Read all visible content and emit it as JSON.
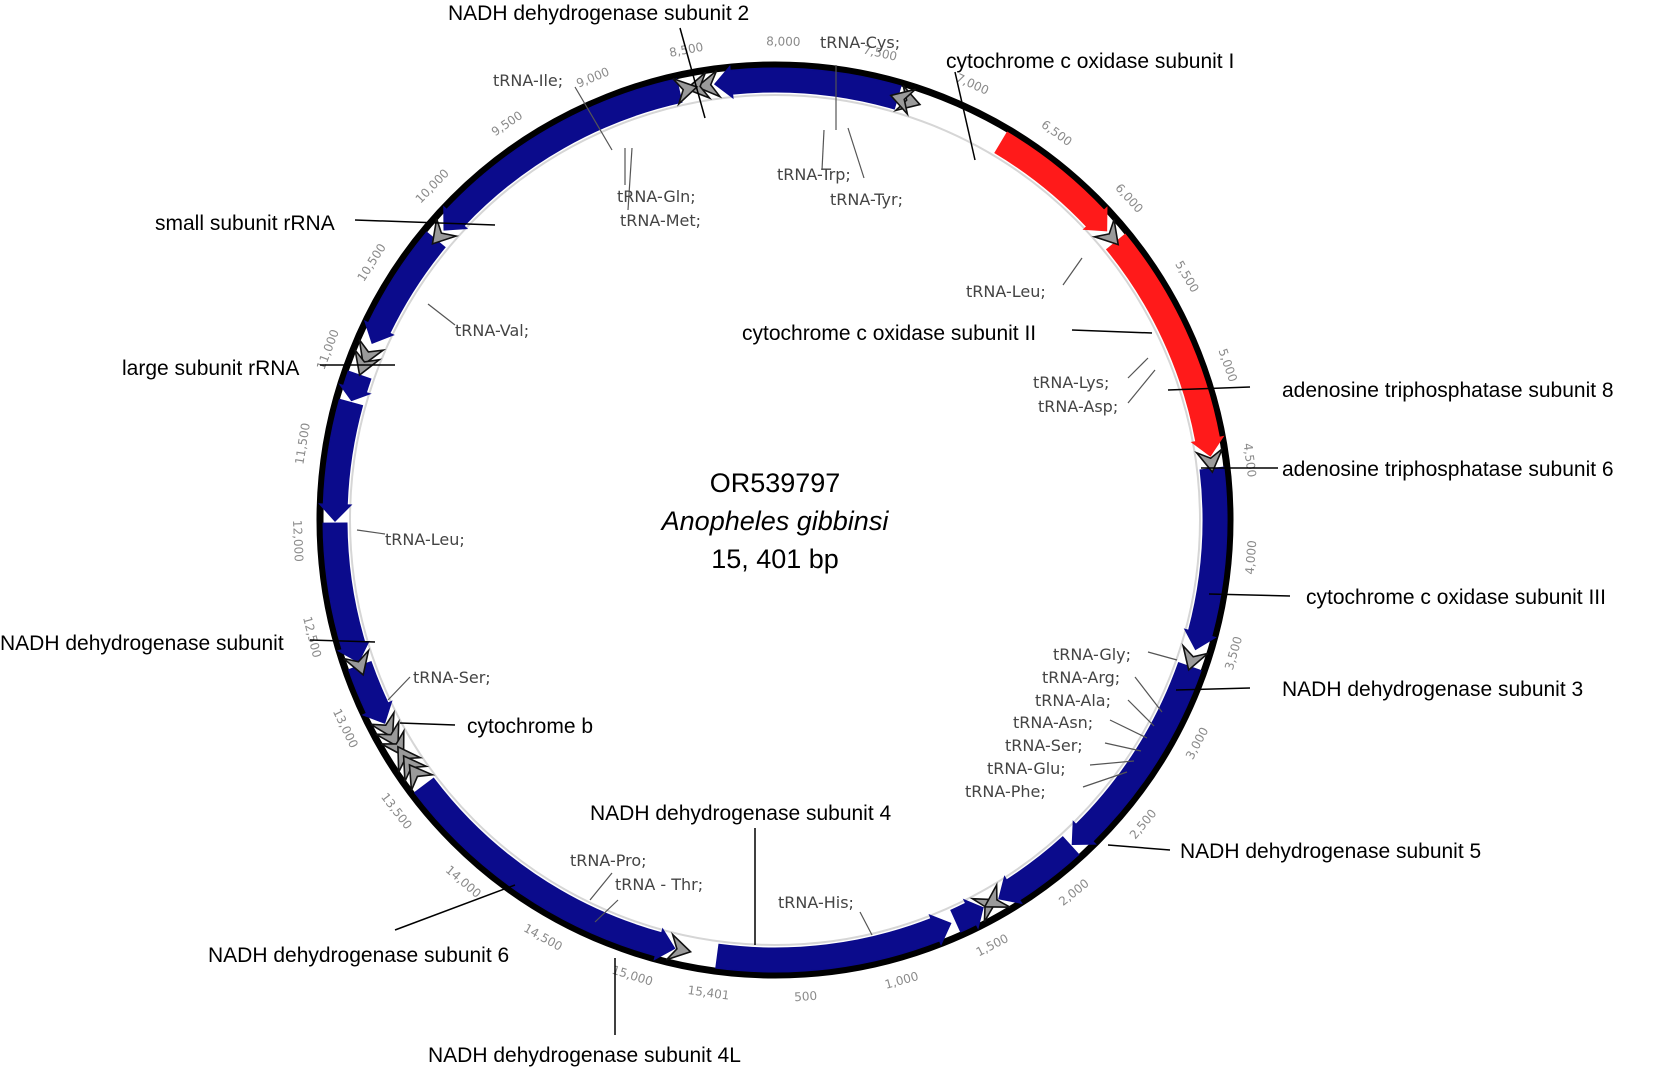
{
  "center": {
    "accession": "OR539797",
    "species": "Anopheles gibbinsi",
    "length_text": "15, 401 bp"
  },
  "colors": {
    "protein": "#0b0b8c",
    "rrna": "#ff1a1a",
    "trna": "#9a9a9a",
    "backbone": "#000000",
    "inner_ring": "#d6d6d6"
  },
  "ticks": [
    "500",
    "1,000",
    "1,500",
    "2,000",
    "2,500",
    "3,000",
    "3,500",
    "4,000",
    "4,500",
    "5,000",
    "5,500",
    "6,000",
    "6,500",
    "7,000",
    "7,500",
    "8,000",
    "8,500",
    "9,000",
    "9,500",
    "10,000",
    "10,500",
    "11,000",
    "11,500",
    "12,000",
    "12,500",
    "13,000",
    "13,500",
    "14,000",
    "14,500",
    "15,000",
    "15,401"
  ],
  "features": [
    {
      "type": "protein",
      "start": 20,
      "end": 1350,
      "dir": 1
    },
    {
      "type": "protein",
      "start": 1380,
      "end": 1550,
      "dir": 1
    },
    {
      "type": "protein",
      "start": 1650,
      "end": 2150,
      "dir": -1
    },
    {
      "type": "protein",
      "start": 2160,
      "end": 3360,
      "dir": -1
    },
    {
      "type": "protein",
      "start": 3460,
      "end": 4480,
      "dir": -1
    },
    {
      "type": "rrna",
      "start": 4550,
      "end": 5870,
      "dir": -1
    },
    {
      "type": "rrna",
      "start": 5950,
      "end": 6720,
      "dir": -1
    },
    {
      "type": "protein",
      "start": 7350,
      "end": 8380,
      "dir": 1
    },
    {
      "type": "protein",
      "start": 8580,
      "end": 10130,
      "dir": 1
    },
    {
      "type": "protein",
      "start": 10200,
      "end": 10880,
      "dir": 1
    },
    {
      "type": "protein",
      "start": 11070,
      "end": 11220,
      "dir": 1
    },
    {
      "type": "protein",
      "start": 11230,
      "end": 11900,
      "dir": 1
    },
    {
      "type": "protein",
      "start": 11910,
      "end": 12700,
      "dir": 1
    },
    {
      "type": "protein",
      "start": 12720,
      "end": 13070,
      "dir": 1
    },
    {
      "type": "protein",
      "start": 13480,
      "end": 15180,
      "dir": 1
    }
  ],
  "trna_marks": [
    {
      "pos": 7280,
      "dir": -1
    },
    {
      "pos": 7330,
      "dir": 1
    },
    {
      "pos": 8420,
      "dir": 1
    },
    {
      "pos": 8480,
      "dir": 1
    },
    {
      "pos": 8540,
      "dir": -1
    },
    {
      "pos": 10170,
      "dir": 1
    },
    {
      "pos": 10950,
      "dir": 1
    },
    {
      "pos": 11010,
      "dir": 1
    },
    {
      "pos": 12715,
      "dir": 1
    },
    {
      "pos": 13100,
      "dir": 1
    },
    {
      "pos": 13160,
      "dir": 1
    },
    {
      "pos": 13220,
      "dir": 1
    },
    {
      "pos": 13280,
      "dir": -1
    },
    {
      "pos": 13340,
      "dir": -1
    },
    {
      "pos": 13400,
      "dir": -1
    },
    {
      "pos": 15210,
      "dir": 1
    },
    {
      "pos": 1580,
      "dir": 1
    },
    {
      "pos": 1620,
      "dir": -1
    },
    {
      "pos": 3400,
      "dir": -1
    },
    {
      "pos": 4520,
      "dir": -1
    },
    {
      "pos": 5910,
      "dir": -1
    }
  ],
  "gene_labels": [
    {
      "text": "NADH dehydrogenase subunit 2"
    },
    {
      "text": "cytochrome c oxidase subunit I"
    },
    {
      "text": "small subunit rRNA"
    },
    {
      "text": "large subunit rRNA"
    },
    {
      "text": "cytochrome c oxidase subunit II"
    },
    {
      "text": "adenosine triphosphatase subunit 8"
    },
    {
      "text": "adenosine triphosphatase subunit 6"
    },
    {
      "text": "cytochrome c oxidase subunit III"
    },
    {
      "text": "NADH dehydrogenase subunit 3"
    },
    {
      "text": "NADH dehydrogenase subunit 5"
    },
    {
      "text": "NADH dehydrogenase subunit"
    },
    {
      "text": "cytochrome b"
    },
    {
      "text": "NADH dehydrogenase subunit 4"
    },
    {
      "text": "NADH dehydrogenase subunit 6"
    },
    {
      "text": "NADH dehydrogenase subunit 4L"
    }
  ],
  "trna_labels": [
    {
      "text": "tRNA-Ile;"
    },
    {
      "text": "tRNA-Gln;"
    },
    {
      "text": "tRNA-Met;"
    },
    {
      "text": "tRNA-Cys;"
    },
    {
      "text": "tRNA-Trp;"
    },
    {
      "text": "tRNA-Tyr;"
    },
    {
      "text": "tRNA-Leu;"
    },
    {
      "text": "tRNA-Lys;"
    },
    {
      "text": "tRNA-Asp;"
    },
    {
      "text": "tRNA-Val;"
    },
    {
      "text": "tRNA-Leu;"
    },
    {
      "text": "tRNA-Ser;"
    },
    {
      "text": "tRNA-Gly;"
    },
    {
      "text": "tRNA-Arg;"
    },
    {
      "text": "tRNA-Ala;"
    },
    {
      "text": "tRNA-Asn;"
    },
    {
      "text": "tRNA-Ser;"
    },
    {
      "text": "tRNA-Glu;"
    },
    {
      "text": "tRNA-Phe;"
    },
    {
      "text": "tRNA-Pro;"
    },
    {
      "text": "tRNA - Thr;"
    },
    {
      "text": "tRNA-His;"
    }
  ]
}
